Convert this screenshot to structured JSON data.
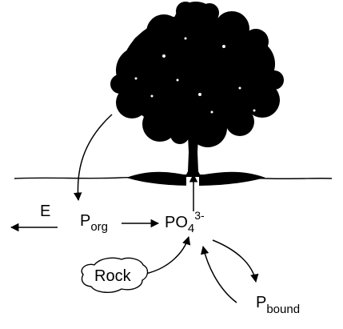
{
  "labels": {
    "export": "E",
    "organic": {
      "base": "P",
      "sub": "org"
    },
    "phosphate": {
      "base": "PO",
      "sub": "4",
      "sup": "3-"
    },
    "rock": "Rock",
    "bound": {
      "base": "P",
      "sub": "bound"
    }
  },
  "colors": {
    "ink": "#000000",
    "background": "#ffffff"
  }
}
